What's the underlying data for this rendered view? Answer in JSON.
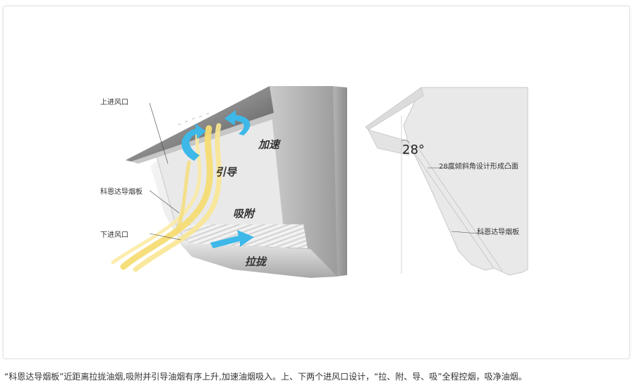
{
  "left_diagram": {
    "labels": {
      "upper_inlet": "上进风口",
      "baffle": "科恩达导烟板",
      "lower_inlet": "下进风口"
    },
    "actions": {
      "accelerate": "加速",
      "guide": "引导",
      "adsorb": "吸附",
      "pull": "拉拢"
    }
  },
  "right_diagram": {
    "angle": "28°",
    "angle_note": "28度倾斜角设计形成凸面",
    "baffle": "科恩达导烟板"
  },
  "caption": "“科恩达导烟板”近距离拉拢油烟,吸附并引导油烟有序上升,加速油烟吸入。上、下两个进风口设计，“拉、附、导、吸”全程控烟，吸净油烟。",
  "colors": {
    "smoke": "#f6dc74",
    "airflow": "#3db8e8",
    "steel_light": "#eeeeee",
    "steel_dark": "#9a9a9a"
  }
}
